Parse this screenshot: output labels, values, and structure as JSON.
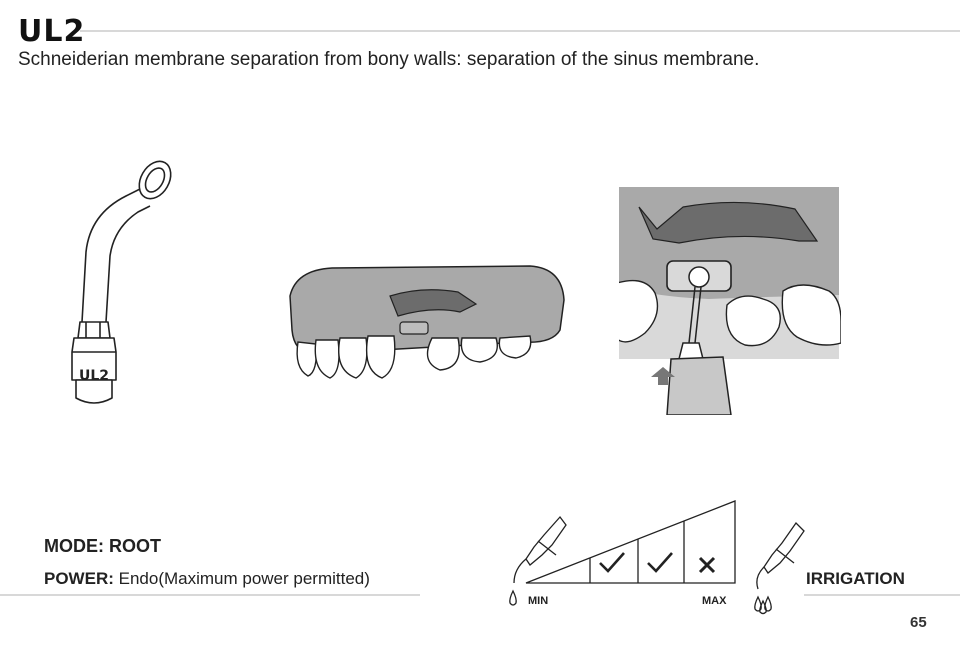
{
  "header": {
    "code": "UL2",
    "subtitle": "Schneiderian membrane separation from bony walls: separation of the sinus membrane."
  },
  "tip_label": "UL2",
  "settings": {
    "mode_text": "MODE: ROOT",
    "power_label": "POWER:",
    "power_value": " Endo(Maximum power permitted)"
  },
  "power_scale": {
    "min_label": "MIN",
    "max_label": "MAX",
    "levels": [
      "check",
      "check",
      "cross"
    ]
  },
  "irrigation_label": "IRRIGATION",
  "page_number": "65",
  "colors": {
    "gum_gray": "#a9a9a9",
    "bone_dark": "#6c6c6c",
    "box_gray": "#bdbdbd",
    "rule_gray": "#d8d8d8"
  },
  "icons": [
    "ultrasonic-tip-icon",
    "maxilla-illustration",
    "sinus-closeup-illustration",
    "handpiece-icon",
    "water-drop-icon",
    "arrow-up-icon",
    "check-icon",
    "cross-icon"
  ]
}
